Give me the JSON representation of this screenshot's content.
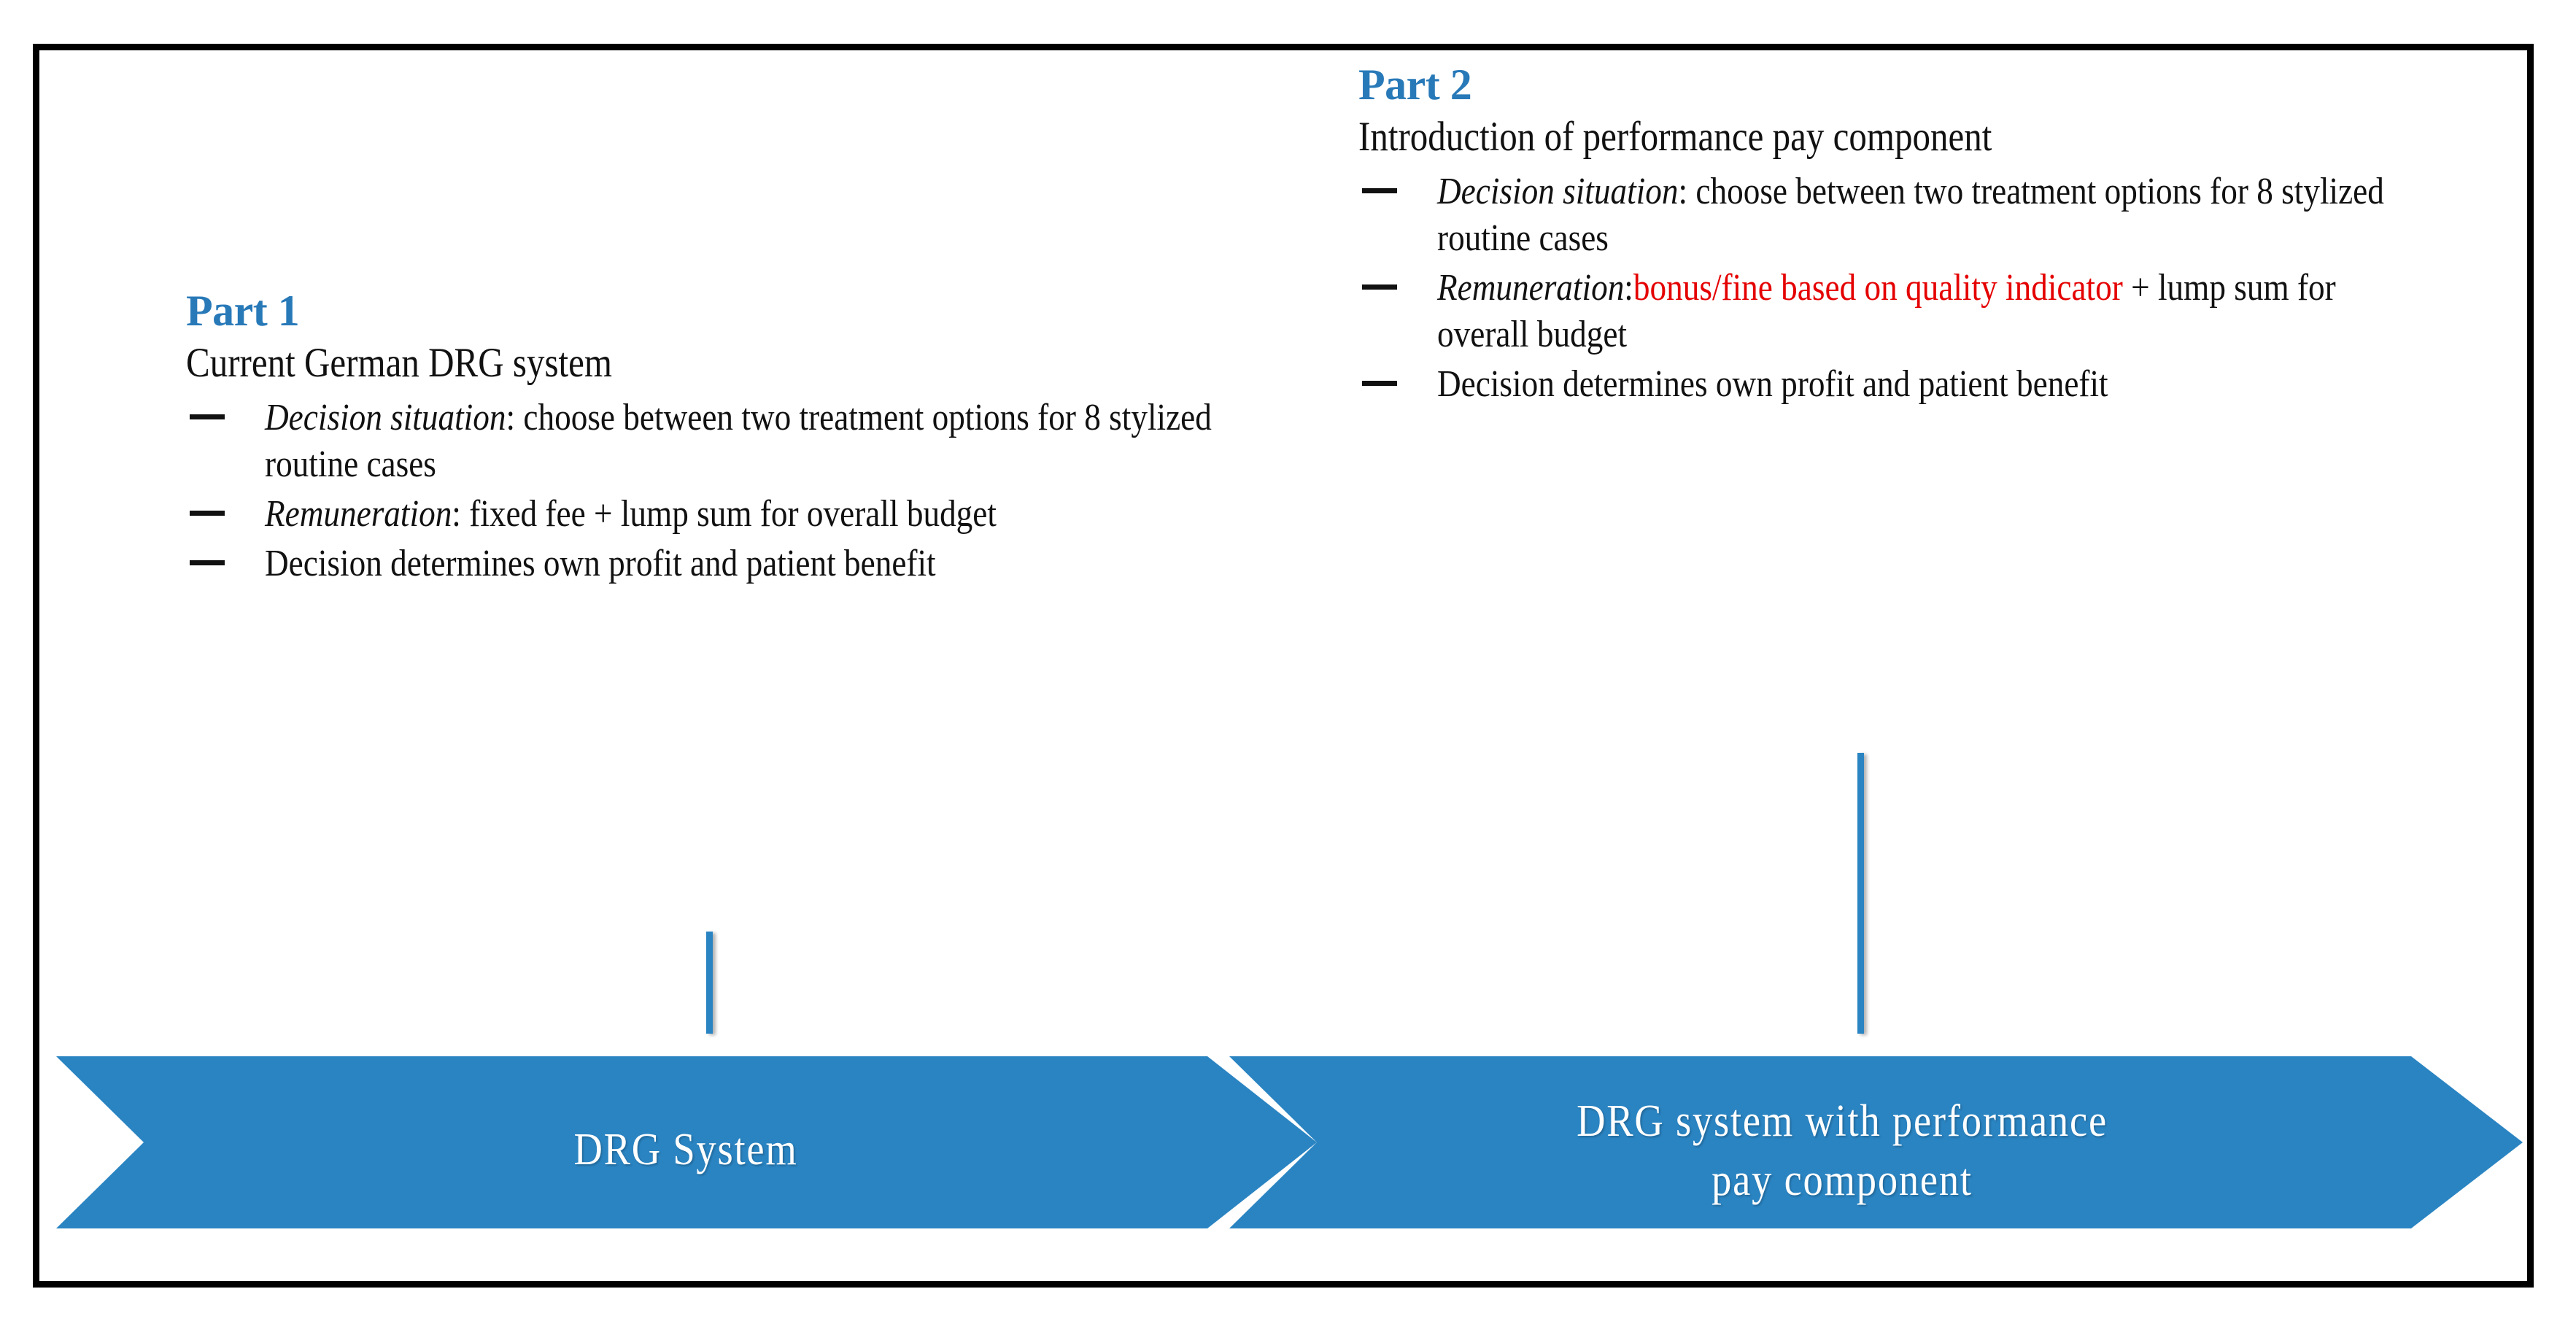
{
  "theme": {
    "accent_blue": "#2879b8",
    "band_blue": "#2a84c2",
    "highlight_red": "#e50000",
    "frame_black": "#000000",
    "band_text": "#ffffff"
  },
  "part1": {
    "heading": "Part 1",
    "lead": "Current German DRG system",
    "bullets": [
      {
        "term": "Decision situation",
        "separator": ":",
        "rest_plain": " choose between two treatment options for 8 stylized routine cases",
        "rest_red": ""
      },
      {
        "term": "Remuneration",
        "separator": ":",
        "rest_plain": " fixed fee + lump sum for overall budget",
        "rest_red": ""
      },
      {
        "term": "",
        "separator": "",
        "rest_plain": "Decision determines own profit and patient benefit",
        "rest_red": ""
      }
    ]
  },
  "part2": {
    "heading": "Part 2",
    "lead": "Introduction of performance pay component",
    "bullets": [
      {
        "term": "Decision situation",
        "separator": ":",
        "rest_plain": " choose between two treatment options for 8 stylized routine cases",
        "rest_red": ""
      },
      {
        "term": "Remuneration",
        "separator": ":",
        "rest_red": "bonus/fine based on quality indicator",
        "rest_plain": " + lump sum for overall budget"
      },
      {
        "term": "",
        "separator": "",
        "rest_plain": "Decision determines own profit and patient benefit",
        "rest_red": ""
      }
    ]
  },
  "band": {
    "left_label": "DRG System",
    "right_label_line1": "DRG system with performance",
    "right_label_line2": "pay component"
  }
}
